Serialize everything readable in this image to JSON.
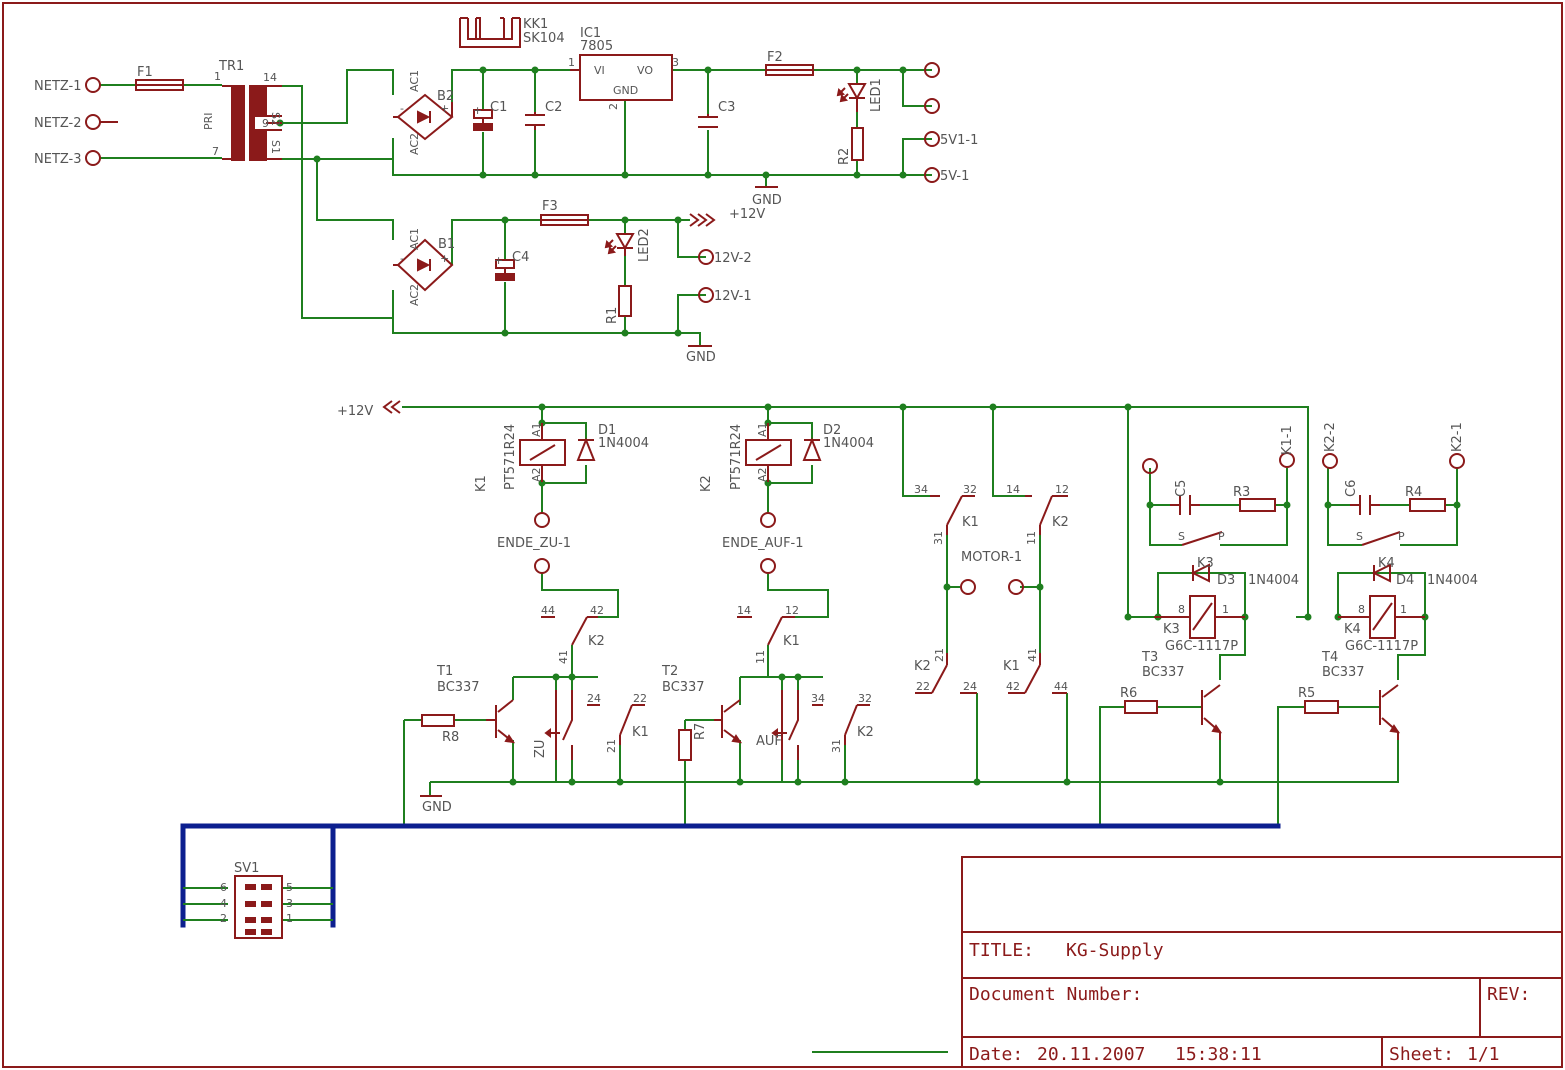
{
  "power": {
    "netz": [
      "NETZ-1",
      "NETZ-2",
      "NETZ-3"
    ],
    "fuses": [
      "F1",
      "F2",
      "F3"
    ],
    "transformer": {
      "name": "TR1",
      "pri": "PRI",
      "s1": "S1",
      "s2": "S2",
      "pins": [
        "1",
        "7",
        "14",
        "9",
        "5"
      ]
    },
    "bridges": [
      "B2",
      "B1"
    ],
    "bridge_pins": {
      "ac1": "AC1",
      "ac2": "AC2",
      "minus": "-",
      "plus": "+"
    },
    "caps": [
      "C1",
      "C2",
      "C3",
      "C4"
    ],
    "cap_plus": "+",
    "regulator": {
      "name": "IC1",
      "value": "7805",
      "vi": "VI",
      "vo": "VO",
      "gnd": "GND",
      "pin_in": "1",
      "pin_gnd": "2",
      "pin_out": "3"
    },
    "heatsink": {
      "name": "KK1",
      "value": "SK104"
    },
    "leds": [
      "LED1",
      "LED2"
    ],
    "resistors": [
      "R2",
      "R1"
    ],
    "outputs": [
      "5V1-1",
      "5V-1",
      "12V-2",
      "12V-1"
    ],
    "gnd": "GND",
    "v12": "+12V"
  },
  "relays": {
    "k1": {
      "ref": "K1",
      "value": "PT571R24",
      "a1": "A1",
      "a2": "A2",
      "diode": "D1",
      "diode_value": "1N4004",
      "end": "ENDE_ZU-1"
    },
    "k2": {
      "ref": "K2",
      "value": "PT571R24",
      "a1": "A1",
      "a2": "A2",
      "diode": "D2",
      "diode_value": "1N4004",
      "end": "ENDE_AUF-1"
    },
    "k3": {
      "ref": "K3",
      "value": "G6C-1117P",
      "diode": "D3",
      "diode_value": "1N4004",
      "pin8": "8",
      "pin1": "1"
    },
    "k4": {
      "ref": "K4",
      "value": "G6C-1117P",
      "diode": "D4",
      "diode_value": "1N4004",
      "pin8": "8",
      "pin1": "1"
    }
  },
  "contacts": {
    "c1": [
      "44",
      "42",
      "41",
      "K2"
    ],
    "c2": [
      "14",
      "12",
      "11",
      "K1"
    ],
    "c3": [
      "34",
      "32",
      "31",
      "K1"
    ],
    "c4": [
      "14",
      "12",
      "11",
      "K2"
    ],
    "c5": [
      "24",
      "22",
      "21",
      "K1"
    ],
    "c6": [
      "34",
      "32",
      "31",
      "K2"
    ],
    "c7": [
      "22",
      "24",
      "21",
      "K2"
    ],
    "c8": [
      "42",
      "44",
      "41",
      "K1"
    ]
  },
  "motor": "MOTOR-1",
  "transistors": {
    "t1": {
      "ref": "T1",
      "value": "BC337",
      "base_r": "R8",
      "switch": "ZU"
    },
    "t2": {
      "ref": "T2",
      "value": "BC337",
      "base_r": "R7",
      "switch": "AUF"
    },
    "t3": {
      "ref": "T3",
      "value": "BC337",
      "base_r": "R6"
    },
    "t4": {
      "ref": "T4",
      "value": "BC337",
      "base_r": "R5"
    }
  },
  "rc": {
    "left": {
      "cap": "C5",
      "res": "R3",
      "pad_right": "K1-1",
      "s": "S",
      "p": "P"
    },
    "right": {
      "cap": "C6",
      "res": "R4",
      "pad_left": "K2-2",
      "pad_right": "K2-1",
      "s": "S",
      "p": "P"
    }
  },
  "connector": {
    "ref": "SV1",
    "pins": [
      "6",
      "5",
      "4",
      "3",
      "2",
      "1"
    ]
  },
  "title_block": {
    "title_label": "TITLE:",
    "title": "KG-Supply",
    "doc_label": "Document Number:",
    "rev_label": "REV:",
    "date_label": "Date:",
    "date": "20.11.2007",
    "time": "15:38:11",
    "sheet_label": "Sheet:",
    "sheet": "1/1"
  }
}
